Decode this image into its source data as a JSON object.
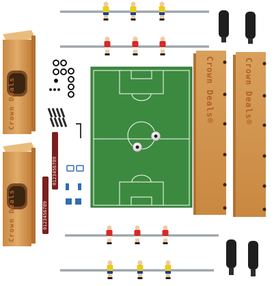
{
  "image": {
    "subject": "tabletop foosball game parts laid out",
    "brand_text_left_end": "Crown Deals",
    "brand_text_side_rails": "Crown Deals®",
    "score_counter_top": "0123456789",
    "score_counter_bottom": "0123456789",
    "colors": {
      "field": "#3c8a3f",
      "field_lines": "#ffffff",
      "wood": "#d29a55",
      "wood_dark": "#b56e2e",
      "rod": "#9aa3aa",
      "handle": "#1e1e1e",
      "team_a_shirt": "#e6cd1d",
      "team_a_shorts": "#1c3e9a",
      "team_b_shirt": "#d52a2a",
      "team_b_shorts": "#f2f2f2"
    }
  }
}
